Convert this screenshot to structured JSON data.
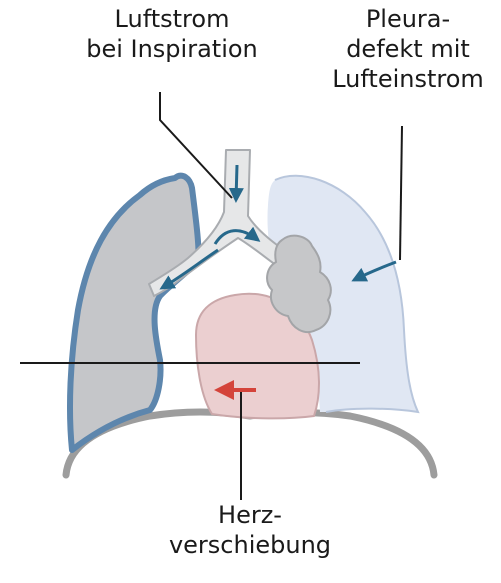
{
  "labels": {
    "inspiration": [
      "Luftstrom",
      "bei Inspiration"
    ],
    "pleura_defect": [
      "Pleura-",
      "defekt mit",
      "Lufteinstrom"
    ],
    "heart_shift": [
      "Herz-",
      "verschiebung"
    ]
  },
  "colors": {
    "collapsed_lung_fill": "#c5c6c9",
    "collapsed_lung_border": "#5d86ad",
    "lung_fill": "#e0e7f3",
    "lung_outline": "#b8c6dc",
    "airway_fill": "#e6e7e8",
    "airway_outline": "#a9acb0",
    "lesion_fill": "#c6c7c9",
    "heart_fill": "#ebcfd0",
    "heart_outline": "#caa7a9",
    "diaphragm": "#9d9d9d",
    "airflow_arrow": "#26688b",
    "heart_arrow": "#d4433a",
    "leader_line": "#1a1a1a"
  }
}
